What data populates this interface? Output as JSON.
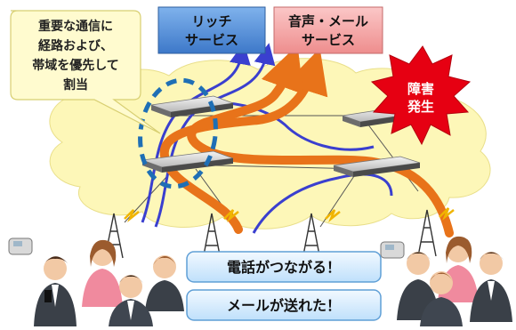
{
  "callout": {
    "line1": "重要な通信に",
    "line2": "経路および、",
    "line3": "帯域を優先して",
    "line4": "割当"
  },
  "rich_service": {
    "line1": "リッチ",
    "line2": "サービス"
  },
  "voice_mail_service": {
    "line1": "音声・メール",
    "line2": "サービス"
  },
  "failure_badge": {
    "line1": "障害",
    "line2": "発生"
  },
  "phone_banner": "電話がつながる！",
  "mail_banner": "メールが送れた！",
  "colors": {
    "cloud": "#fdf7b8",
    "rich_box": "#4f8fd6",
    "voice_box": "#f3a3a3",
    "failure": "#e60012",
    "priority_path": "#e8731a",
    "normal_path": "#3a3fcf",
    "banner": "#dcefff"
  }
}
